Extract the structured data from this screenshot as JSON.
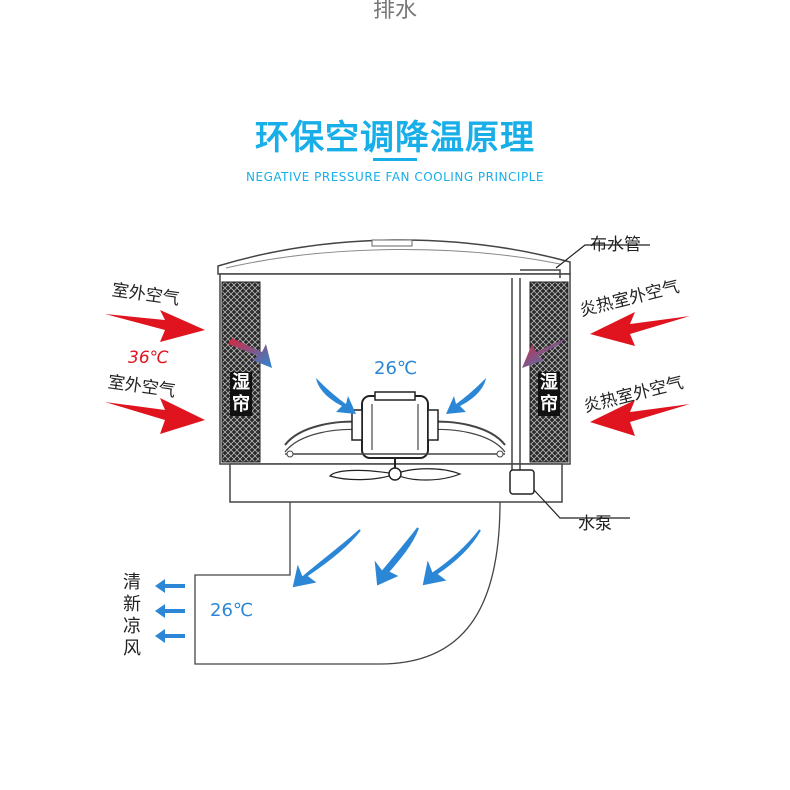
{
  "header": {
    "cut_text": "排水",
    "title": "环保空调降温原理",
    "subtitle": "NEGATIVE PRESSURE FAN COOLING PRINCIPLE"
  },
  "labels": {
    "water_pipe": "布水管",
    "outdoor_air_1": "室外空气",
    "outdoor_temp": "36℃",
    "outdoor_air_2": "室外空气",
    "hot_air_1": "炎热室外空气",
    "hot_air_2": "炎热室外空气",
    "inside_temp": "26℃",
    "pad_left": "湿帘",
    "pad_right": "湿帘",
    "pump": "水泵",
    "output_temp": "26℃",
    "fresh_cool_air": "清新凉风"
  },
  "colors": {
    "accent": "#18aee8",
    "hot_arrow": "#e0141e",
    "cool_arrow": "#2b87d6"
  }
}
